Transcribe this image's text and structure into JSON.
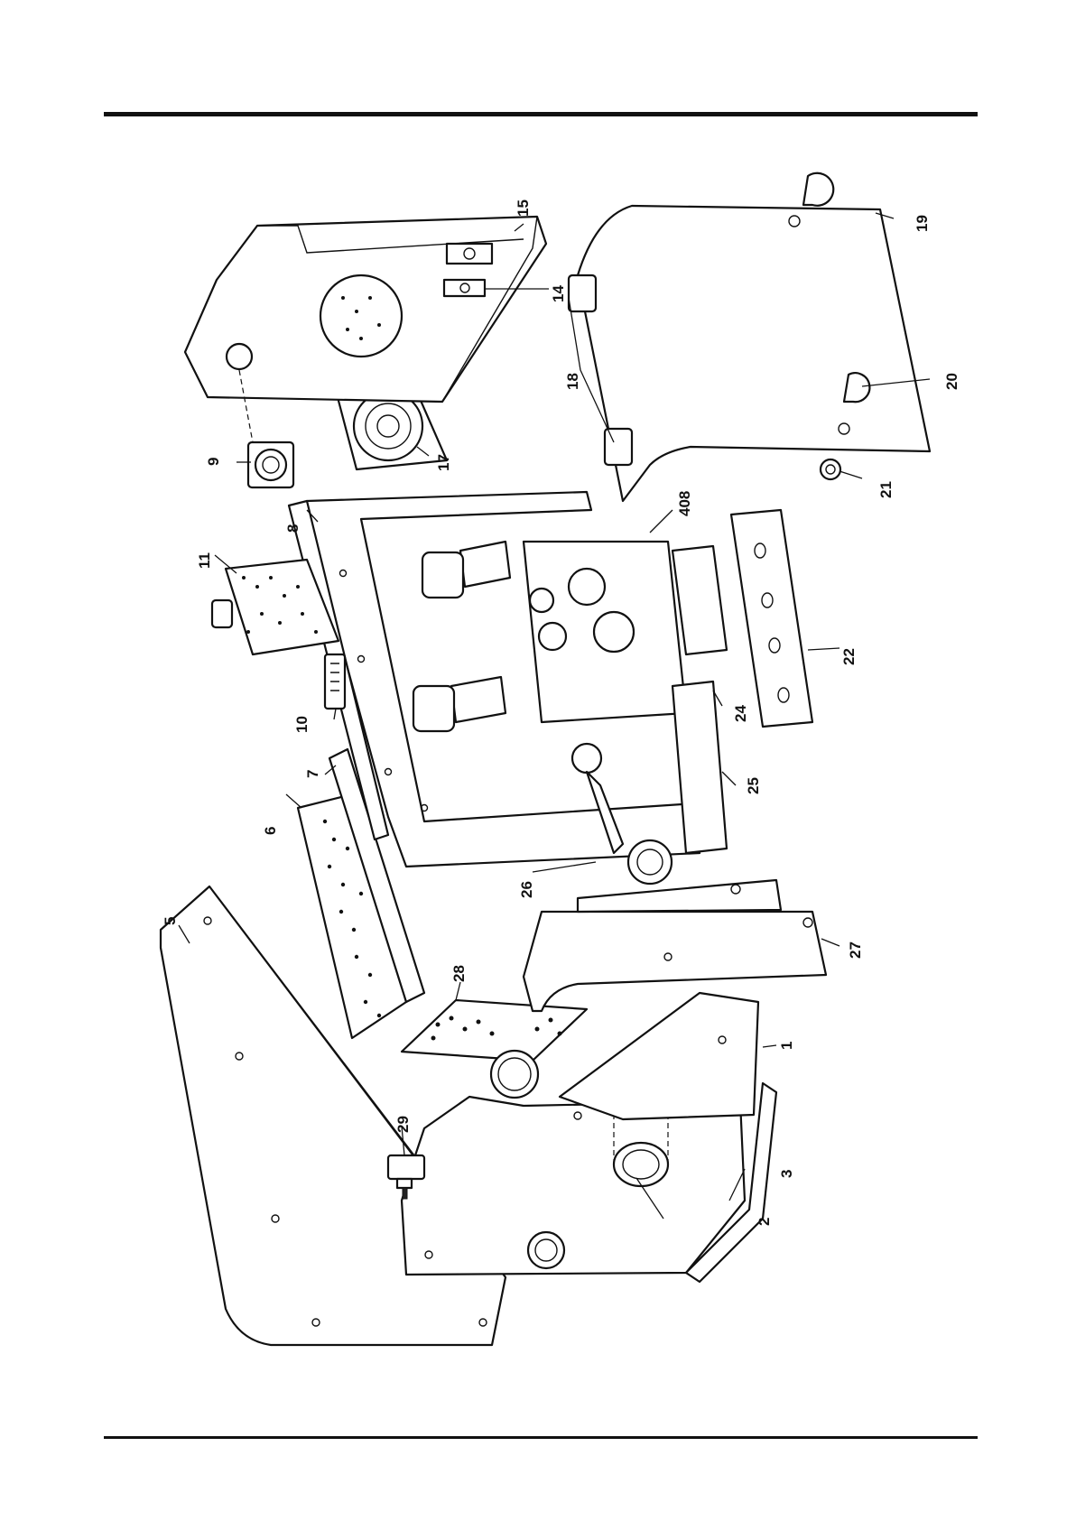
{
  "callouts": [
    {
      "id": "p1",
      "label": "1"
    },
    {
      "id": "p2",
      "label": "2"
    },
    {
      "id": "p3",
      "label": "3"
    },
    {
      "id": "p5",
      "label": "5"
    },
    {
      "id": "p6",
      "label": "6"
    },
    {
      "id": "p7",
      "label": "7"
    },
    {
      "id": "p8",
      "label": "8"
    },
    {
      "id": "p9",
      "label": "9"
    },
    {
      "id": "p10",
      "label": "10"
    },
    {
      "id": "p11",
      "label": "11"
    },
    {
      "id": "p14",
      "label": "14"
    },
    {
      "id": "p15",
      "label": "15"
    },
    {
      "id": "p17",
      "label": "17"
    },
    {
      "id": "p18",
      "label": "18"
    },
    {
      "id": "p19",
      "label": "19"
    },
    {
      "id": "p20",
      "label": "20"
    },
    {
      "id": "p21",
      "label": "21"
    },
    {
      "id": "p22",
      "label": "22"
    },
    {
      "id": "p24",
      "label": "24"
    },
    {
      "id": "p25",
      "label": "25"
    },
    {
      "id": "p26",
      "label": "26"
    },
    {
      "id": "p27",
      "label": "27"
    },
    {
      "id": "p28",
      "label": "28"
    },
    {
      "id": "p29",
      "label": "29"
    },
    {
      "id": "p408",
      "label": "408"
    }
  ]
}
